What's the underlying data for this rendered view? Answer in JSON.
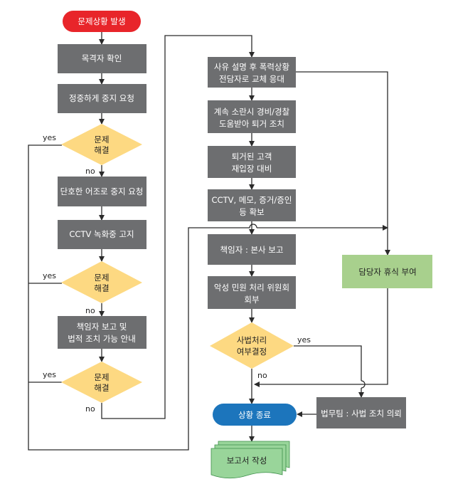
{
  "diagram": {
    "start": "문제상황 발생",
    "witness_check": "목격자 확인",
    "polite_stop": "정중하게 중지 요청",
    "resolved_1": [
      "문제",
      "해결"
    ],
    "firm_stop": "단호한 어조로 중지 요청",
    "cctv_notice": "CCTV 녹화중 고지",
    "resolved_2": [
      "문제",
      "해결"
    ],
    "report_notice": [
      "책임자 보고 및",
      "법적 조치 가능 안내"
    ],
    "resolved_3": [
      "문제",
      "해결"
    ],
    "explain_handover": [
      "사유 설명 후 폭력상황",
      "전담자로 교체 응대"
    ],
    "security_police": [
      "계속 소란시 경비/경찰",
      "도움받아 퇴거 조치"
    ],
    "revisit_prepare": [
      "퇴거된 고객",
      "재입장 대비"
    ],
    "secure_evidence": [
      "CCTV, 메모, 증거/증인",
      "등 확보"
    ],
    "report_hq": "책임자 : 본사 보고",
    "committee": [
      "악성 민원 처리 위원회",
      "회부"
    ],
    "legal_decision": [
      "사법처리",
      "여부결정"
    ],
    "rest_break": "담당자 휴식 부여",
    "legal_team": "법무팀 : 사법 조치 의뢰",
    "end": "상황 종료",
    "write_report": "보고서 작성",
    "yes": "yes",
    "no": "no",
    "colors": {
      "start": "#e8252a",
      "process": "#6d6e70",
      "decision": "#fdd982",
      "end": "#1c75bc",
      "rest": "#a8d08d",
      "report": "#99d59a"
    }
  }
}
